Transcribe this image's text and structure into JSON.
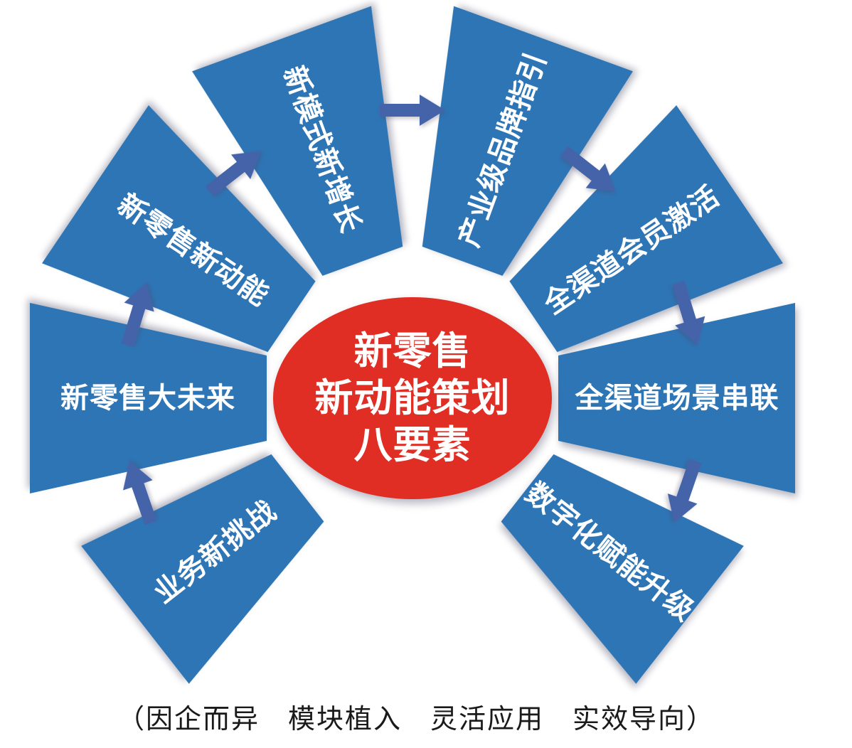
{
  "diagram": {
    "center": {
      "lines": [
        "新零售",
        "新动能策划",
        "八要素"
      ]
    },
    "segments": [
      {
        "label": "业务新挑战"
      },
      {
        "label": "新零售大未来"
      },
      {
        "label": "新零售新动能"
      },
      {
        "label": "新模式新增长"
      },
      {
        "label": "产业级品牌指引"
      },
      {
        "label": "全渠道会员激活"
      },
      {
        "label": "全渠道场景串联"
      },
      {
        "label": "数字化赋能升级"
      }
    ],
    "caption": "（因企而异　模块植入　灵活应用　实效导向）",
    "colors": {
      "segment": "#2e75b6",
      "arrow": "#4463a8",
      "center": "#e02e24",
      "text": "#ffffff",
      "caption": "#1a1a1a"
    }
  }
}
